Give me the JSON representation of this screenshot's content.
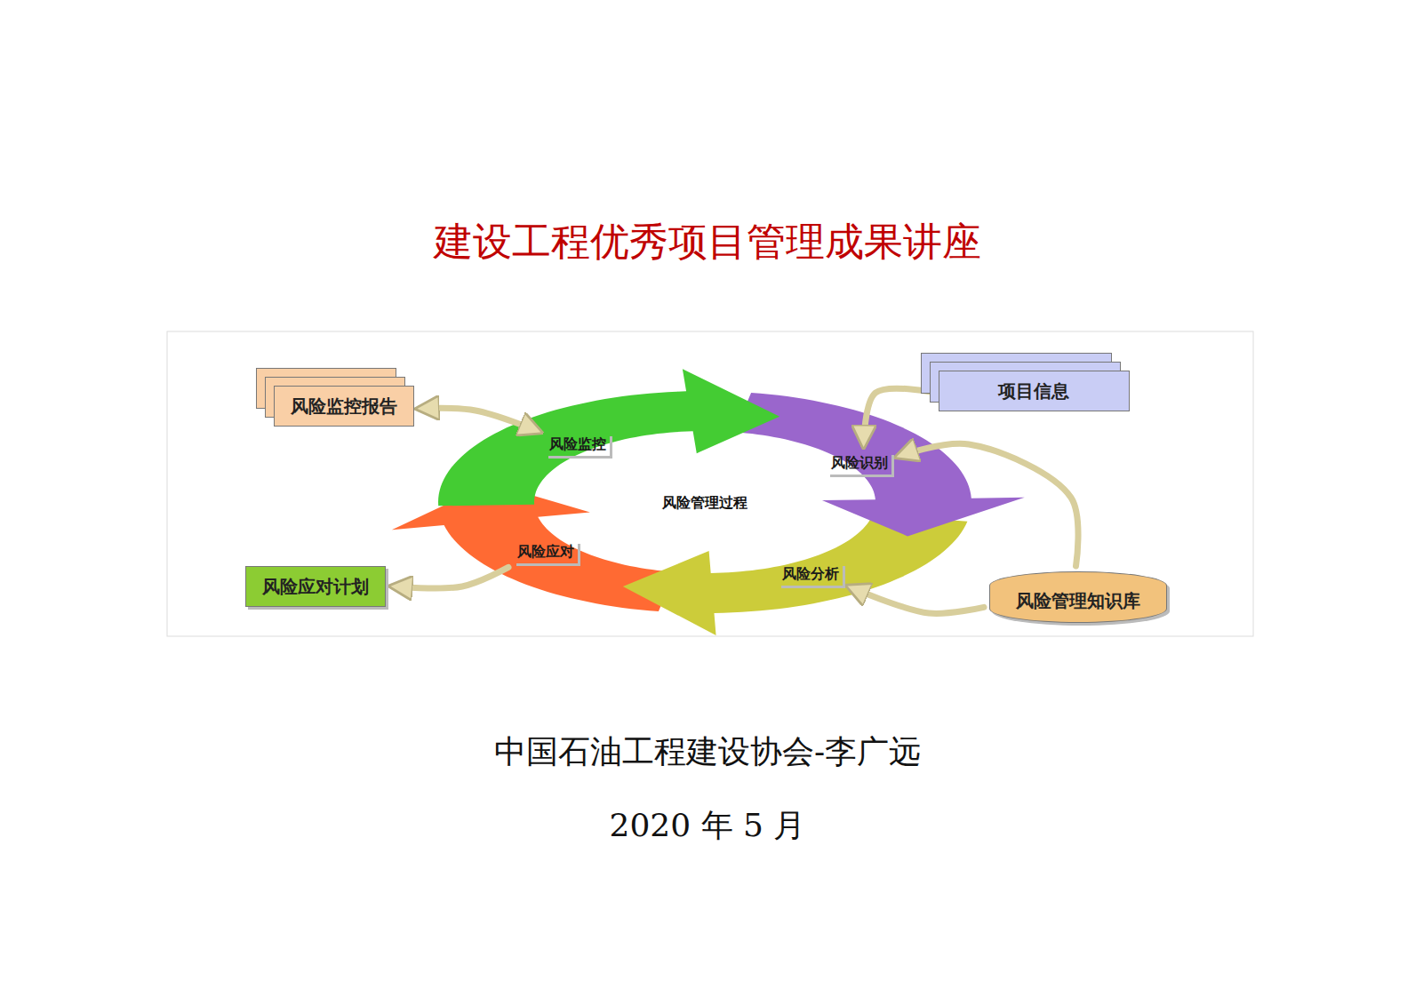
{
  "diagram": {
    "title": "建设工程优秀项目管理成果讲座",
    "nodes": [
      {
        "text": [
          "风险监控报告"
        ]
      },
      {
        "text": [
          "项目信息"
        ]
      },
      {
        "text": [
          "风险监控"
        ]
      },
      {
        "text": [
          "风险识别"
        ]
      },
      {
        "text": [
          "风险应对"
        ]
      },
      {
        "text": [
          "风险分析"
        ]
      },
      {
        "text": [
          "风险应对计划"
        ]
      },
      {
        "text": [
          "风险管理知识库"
        ]
      }
    ],
    "edges": [
      {
        "from": 0,
        "to": 2,
        "arrow": "both"
      },
      {
        "from": 1,
        "to": 3,
        "arrow": "to"
      },
      {
        "from": 7,
        "to": 3,
        "arrow": "to"
      },
      {
        "from": 7,
        "to": 5,
        "arrow": "to"
      },
      {
        "from": 4,
        "to": 6,
        "arrow": "to"
      }
    ],
    "labels": [
      "风险管理过程",
      "中国石油工程建设协会-李广远",
      "2020 年 5 月"
    ]
  }
}
